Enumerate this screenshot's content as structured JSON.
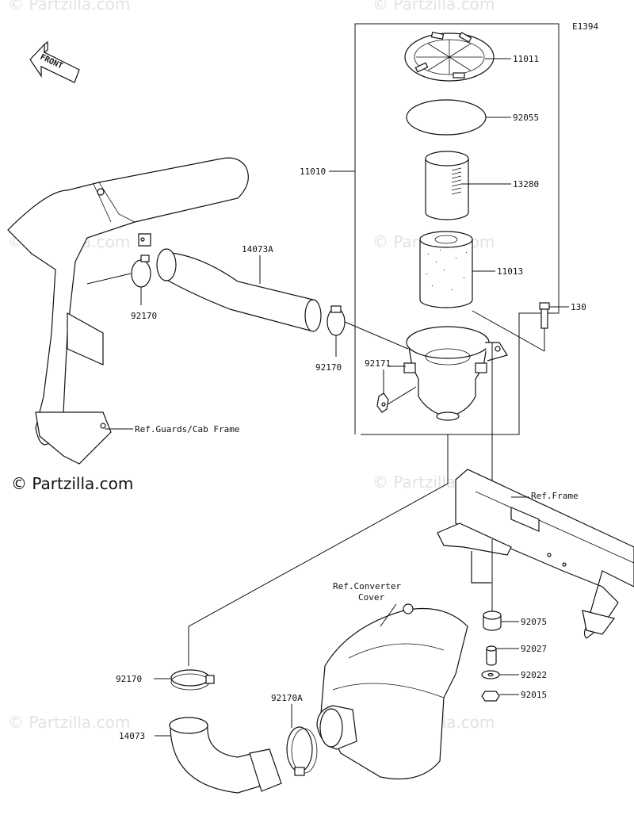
{
  "diagram_code": "E1394",
  "front_label": "FRONT",
  "credit": "© Partzilla.com",
  "watermark": "© Partzilla.com",
  "parts": {
    "p11011": "11011",
    "p92055": "92055",
    "p11010": "11010",
    "p13280": "13280",
    "p14073A": "14073A",
    "p11013": "11013",
    "p130": "130",
    "p92170_left": "92170",
    "p92170_mid": "92170",
    "p92171": "92171",
    "p92075": "92075",
    "p92027": "92027",
    "p92022": "92022",
    "p92015": "92015",
    "p92170_low": "92170",
    "p92170A": "92170A",
    "p14073": "14073"
  },
  "refs": {
    "guards": "Ref.Guards/Cab Frame",
    "frame": "Ref.Frame",
    "converter_line1": "Ref.Converter",
    "converter_line2": "Cover"
  }
}
